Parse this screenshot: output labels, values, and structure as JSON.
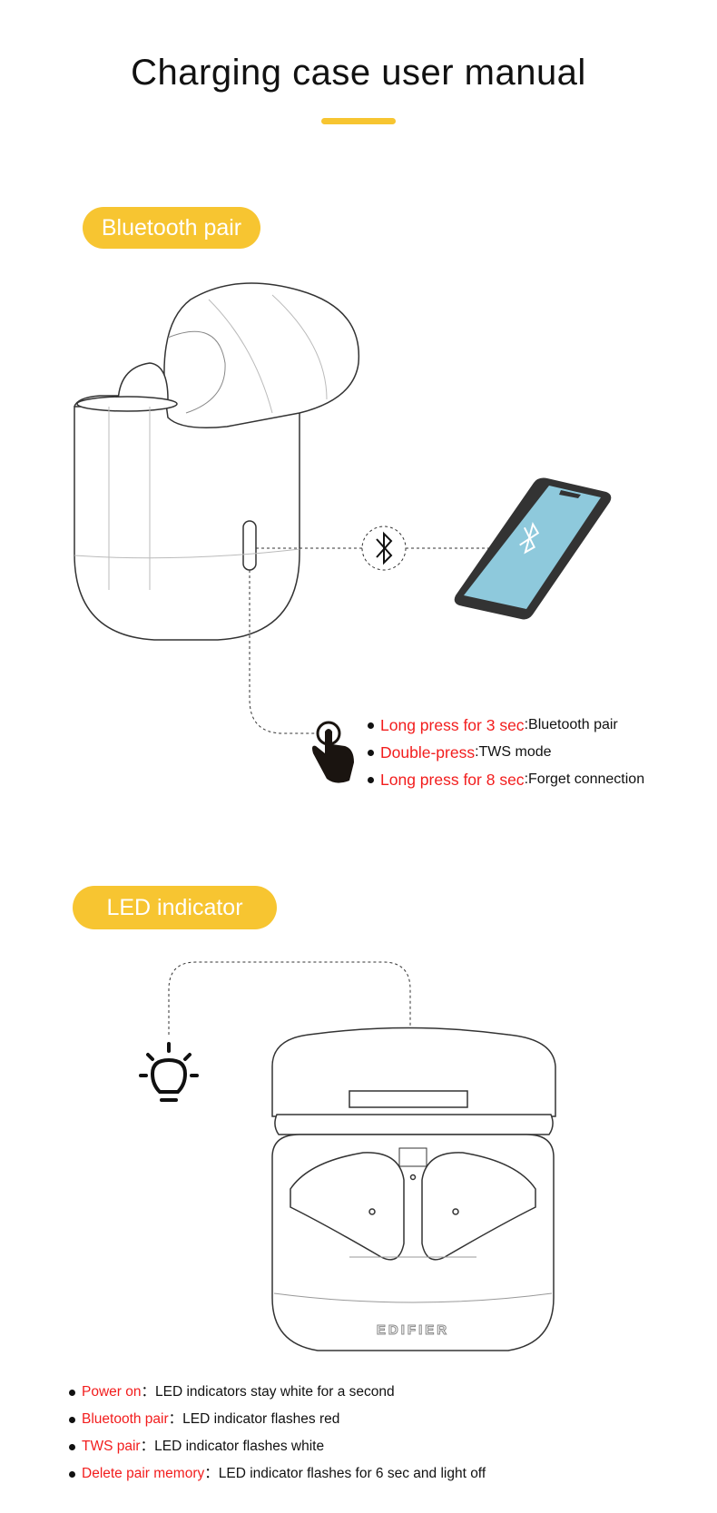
{
  "title": "Charging case user manual",
  "sections": {
    "bluetooth": {
      "label": "Bluetooth pair",
      "items": [
        {
          "key": "Long press for 3 sec",
          "sep": ":",
          "value": "Bluetooth pair"
        },
        {
          "key": "Double-press",
          "sep": ":",
          "value": "TWS mode"
        },
        {
          "key": "Long press for 8 sec",
          "sep": ":",
          "value": "Forget connection"
        }
      ]
    },
    "led": {
      "label": "LED indicator",
      "brand": "EDIFIER",
      "items": [
        {
          "key": "Power on",
          "sep": "：",
          "value": "LED indicators stay white for a second"
        },
        {
          "key": "Bluetooth pair",
          "sep": "：",
          "value": "LED indicator flashes red"
        },
        {
          "key": "TWS pair",
          "sep": "：",
          "value": "LED indicator flashes white"
        },
        {
          "key": "Delete pair memory",
          "sep": "：",
          "value": "LED indicator flashes for 6 sec and light off"
        }
      ]
    }
  },
  "colors": {
    "accent": "#f7c531",
    "highlight": "#f21d1d",
    "phone_screen": "#8ec9dc"
  }
}
